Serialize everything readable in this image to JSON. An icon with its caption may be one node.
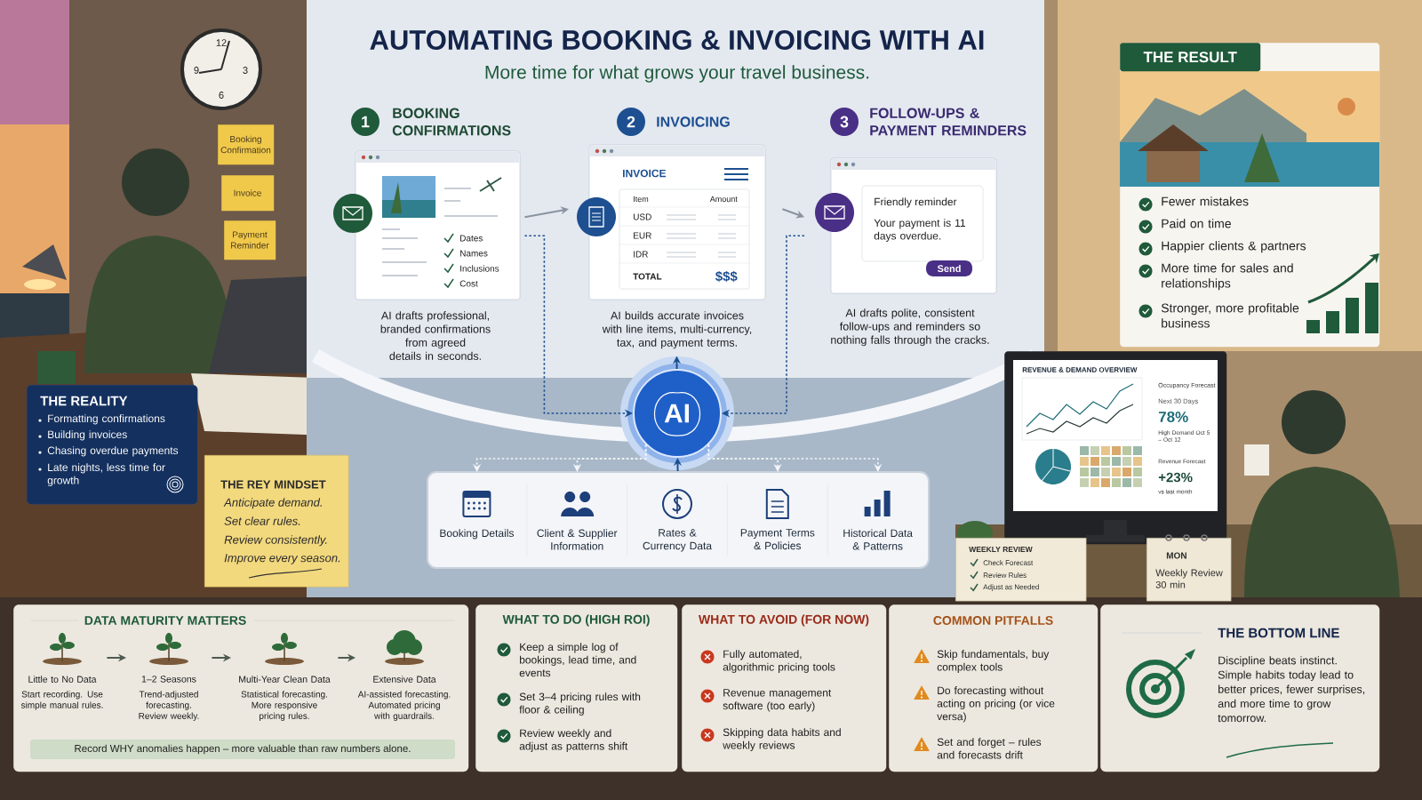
{
  "diagram": {
    "title": "AUTOMATING BOOKING & INVOICING WITH AI",
    "nodes": [
      {
        "text": [
          "1",
          "BOOKING CONFIRMATIONS",
          "Dates",
          "Names",
          "Inclusions",
          "Cost"
        ],
        "beside": [
          "AI drafts professional, branded confirmations from agreed details in seconds."
        ]
      },
      {
        "text": [
          "2",
          "INVOICING",
          "INVOICE",
          "Item",
          "Amount",
          "USD",
          "EUR",
          "IDR",
          "TOTAL",
          "$$$"
        ],
        "beside": [
          "AI builds accurate invoices with line items, multi-currency, tax, and payment terms."
        ]
      },
      {
        "text": [
          "3",
          "FOLLOW-UPS & PAYMENT REMINDERS",
          "Friendly reminder",
          "Your payment is 11 days overdue.",
          "Send"
        ],
        "beside": [
          "AI drafts polite, consistent follow-ups and reminders so nothing falls through the cracks."
        ]
      },
      {
        "text": [
          "AI"
        ]
      },
      {
        "text": [],
        "shape": "box"
      },
      {
        "text": [
          "Booking Details"
        ],
        "in": 4
      },
      {
        "text": [
          "Client & Supplier Information"
        ],
        "in": 4
      },
      {
        "text": [
          "Rates & Currency Data"
        ],
        "in": 4
      },
      {
        "text": [
          "Payment Terms & Policies"
        ],
        "in": 4
      },
      {
        "text": [
          "Historical Data & Patterns"
        ],
        "in": 4
      },
      {
        "text": [
          "THE REALITY",
          "Formatting confirmations",
          "Building invoices",
          "Chasing overdue payments",
          "Late nights, less time for growth"
        ]
      },
      {
        "text": [
          "THE REY MINDSET",
          "Anticipate demand.",
          "Set clear rules.",
          "Review consistently.",
          "Improve every season."
        ]
      },
      {
        "text": [
          "Booking Confirmation"
        ]
      },
      {
        "text": [
          "Invoice"
        ]
      },
      {
        "text": [
          "Payment Reminder"
        ]
      },
      {
        "text": [
          "THE RESULT",
          "Fewer mistakes",
          "Paid on time",
          "Happier clients & partners",
          "More time for sales and relationships",
          "Stronger, more profitable business"
        ]
      },
      {
        "text": [
          "REVENUE & DEMAND OVERVIEW",
          "Occupancy Forecast",
          "Next 30 Days",
          "78%",
          "High Demand Oct 5 – Oct 12",
          "Revenue Forecast",
          "+23%",
          "vs last month"
        ]
      },
      {
        "text": [
          "WEEKLY REVIEW",
          "Check Forecast",
          "Review Rules",
          "Adjust as Needed"
        ]
      },
      {
        "text": [
          "MON",
          "Weekly Review 30 min"
        ]
      },
      {
        "text": [
          "DATA MATURITY MATTERS",
          "Record WHY anomalies happen – more valuable than raw numbers alone."
        ]
      },
      {
        "text": [
          "Little to No Data",
          "Start recording. Use simple manual rules."
        ],
        "in": 19
      },
      {
        "text": [
          "1–2 Seasons",
          "Trend-adjusted forecasting. Review weekly."
        ],
        "in": 19
      },
      {
        "text": [
          "Multi-Year Clean Data",
          "Statistical forecasting. More responsive pricing rules."
        ],
        "in": 19
      },
      {
        "text": [
          "Extensive Data",
          "AI-assisted forecasting. Automated pricing with guardrails."
        ],
        "in": 19
      },
      {
        "text": [
          "WHAT TO DO (HIGH ROI)",
          "Keep a simple log of bookings, lead time, and events",
          "Set 3–4 pricing rules with floor & ceiling",
          "Review weekly and adjust as patterns shift"
        ]
      },
      {
        "text": [
          "WHAT TO AVOID (FOR NOW)",
          "Fully automated, algorithmic pricing tools",
          "Revenue management software (too early)",
          "Skipping data habits and weekly reviews"
        ]
      },
      {
        "text": [
          "COMMON PITFALLS",
          "Skip fundamentals, buy complex tools",
          "Do forecasting without acting on pricing (or vice versa)",
          "Set and forget – rules and forecasts drift"
        ]
      },
      {
        "text": [
          "THE BOTTOM LINE",
          "Discipline beats instinct. Simple habits today lead to better prices, fewer surprises, and more time to grow tomorrow."
        ]
      }
    ],
    "edges": [
      {
        "from": 0,
        "to": 1,
        "arrow": "to",
        "color": "#8a93a0"
      },
      {
        "from": 1,
        "to": 2,
        "arrow": "to",
        "color": "#8a93a0"
      },
      {
        "from": 0,
        "to": 3,
        "arrow": "to",
        "style": "dashed"
      },
      {
        "from": 2,
        "to": 3,
        "arrow": "to",
        "style": "dashed"
      },
      {
        "from": 3,
        "to": 1,
        "arrow": "to"
      },
      {
        "from": 4,
        "to": 3,
        "arrow": "to"
      },
      {
        "from": 3,
        "to": 5,
        "arrow": "to",
        "style": "dashed",
        "color": "#f4f6fa"
      },
      {
        "from": 3,
        "to": 6,
        "arrow": "to",
        "style": "dashed",
        "color": "#f4f6fa"
      },
      {
        "from": 3,
        "to": 8,
        "arrow": "to",
        "style": "dashed",
        "color": "#f4f6fa"
      },
      {
        "from": 3,
        "to": 9,
        "arrow": "to",
        "style": "dashed",
        "color": "#f4f6fa"
      },
      {
        "from": 20,
        "to": 21,
        "arrow": "to",
        "color": "#4d5a50"
      },
      {
        "from": 21,
        "to": 22,
        "arrow": "to",
        "color": "#4d5a50"
      },
      {
        "from": 22,
        "to": 23,
        "arrow": "to",
        "color": "#4d5a50"
      }
    ],
    "labels": [
      "More time for what grows your travel business.",
      "12",
      "3",
      "6",
      "9"
    ]
  }
}
